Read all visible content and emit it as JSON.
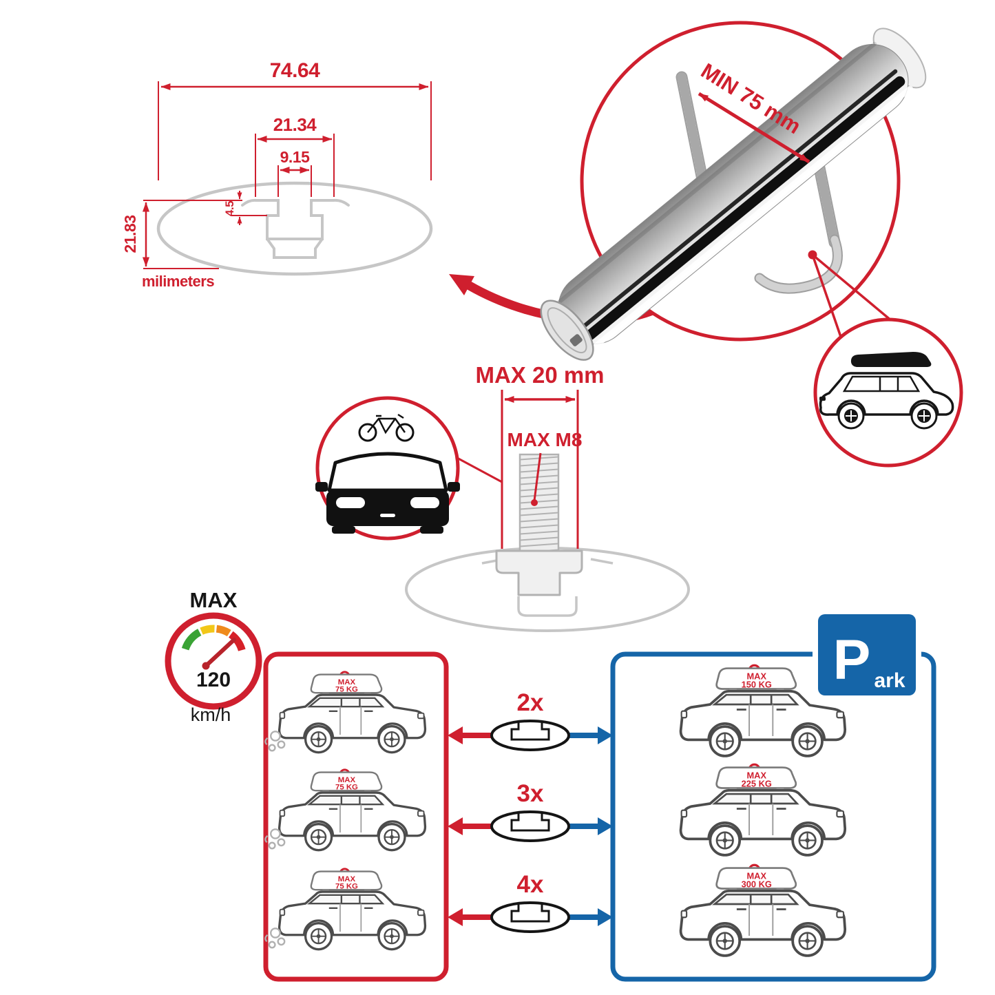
{
  "colors": {
    "accent_red": "#cf1f2e",
    "accent_blue": "#1565a8",
    "line_gray": "#c6c6c6",
    "ink": "#161616"
  },
  "cross_section": {
    "width": "74.64",
    "channel_width": "21.34",
    "slot_width": "9.15",
    "lip_depth": "4.5",
    "height": "21.83",
    "units": "milimeters"
  },
  "bar_detail": {
    "clamp_min": "MIN 75 mm"
  },
  "bolt_detail": {
    "max_depth": "MAX 20 mm",
    "max_thread": "MAX M8"
  },
  "speed_limit": {
    "title": "MAX",
    "value": "120",
    "unit": "km/h"
  },
  "crossbar_options": [
    {
      "label": "2x"
    },
    {
      "label": "3x"
    },
    {
      "label": "4x"
    }
  ],
  "driving_panel": {
    "cars": [
      {
        "max": "MAX",
        "load": "75 KG"
      },
      {
        "max": "MAX",
        "load": "75 KG"
      },
      {
        "max": "MAX",
        "load": "75 KG"
      }
    ]
  },
  "parking_panel": {
    "cars": [
      {
        "max": "MAX",
        "load": "150 KG"
      },
      {
        "max": "MAX",
        "load": "225 KG"
      },
      {
        "max": "MAX",
        "load": "300 KG"
      }
    ],
    "sign": {
      "letter": "P",
      "suffix": "ark"
    }
  }
}
